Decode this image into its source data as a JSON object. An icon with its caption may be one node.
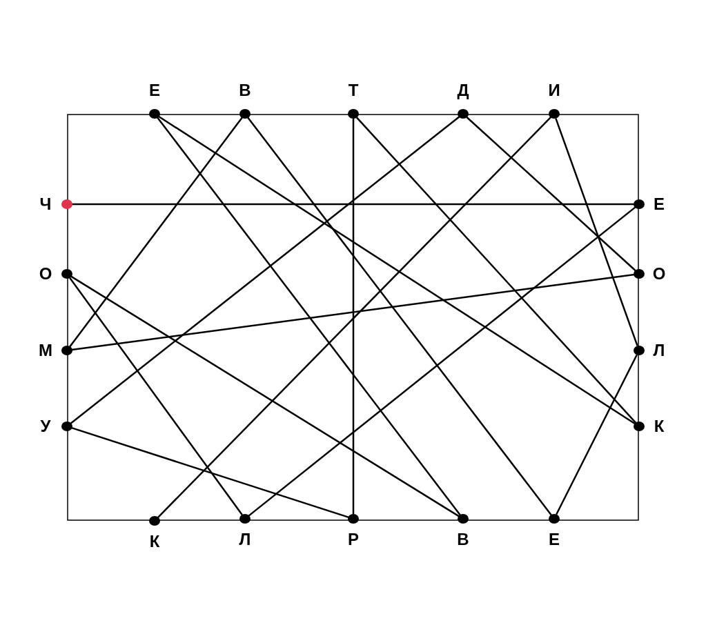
{
  "diagram": {
    "nodes": [
      {
        "text": [
          "Е"
        ]
      },
      {
        "text": [
          "В"
        ]
      },
      {
        "text": [
          "Т"
        ]
      },
      {
        "text": [
          "Д"
        ]
      },
      {
        "text": [
          "И"
        ]
      },
      {
        "text": [
          "Ч"
        ]
      },
      {
        "text": [
          "Е"
        ]
      },
      {
        "text": [
          "О"
        ]
      },
      {
        "text": [
          "О"
        ]
      },
      {
        "text": [
          "М"
        ]
      },
      {
        "text": [
          "Л"
        ]
      },
      {
        "text": [
          "У"
        ]
      },
      {
        "text": [
          "К"
        ]
      },
      {
        "text": [
          "К"
        ]
      },
      {
        "text": [
          "Л"
        ]
      },
      {
        "text": [
          "Р"
        ]
      },
      {
        "text": [
          "В"
        ]
      },
      {
        "text": [
          "Е"
        ]
      }
    ],
    "edges": [
      {
        "from": 5,
        "to": 6,
        "arrow": "none"
      },
      {
        "from": 0,
        "to": 16,
        "arrow": "none"
      },
      {
        "from": 0,
        "to": 12,
        "arrow": "none"
      },
      {
        "from": 1,
        "to": 9,
        "arrow": "none"
      },
      {
        "from": 1,
        "to": 17,
        "arrow": "none"
      },
      {
        "from": 2,
        "to": 15,
        "arrow": "none"
      },
      {
        "from": 2,
        "to": 12,
        "arrow": "none"
      },
      {
        "from": 3,
        "to": 11,
        "arrow": "none"
      },
      {
        "from": 3,
        "to": 8,
        "arrow": "none"
      },
      {
        "from": 4,
        "to": 13,
        "arrow": "none"
      },
      {
        "from": 4,
        "to": 10,
        "arrow": "none"
      },
      {
        "from": 7,
        "to": 14,
        "arrow": "none"
      },
      {
        "from": 7,
        "to": 16,
        "arrow": "none"
      },
      {
        "from": 9,
        "to": 8,
        "arrow": "none"
      },
      {
        "from": 11,
        "to": 15,
        "arrow": "none"
      },
      {
        "from": 6,
        "to": 14,
        "arrow": "none"
      },
      {
        "from": 10,
        "to": 17,
        "arrow": "none"
      }
    ]
  }
}
